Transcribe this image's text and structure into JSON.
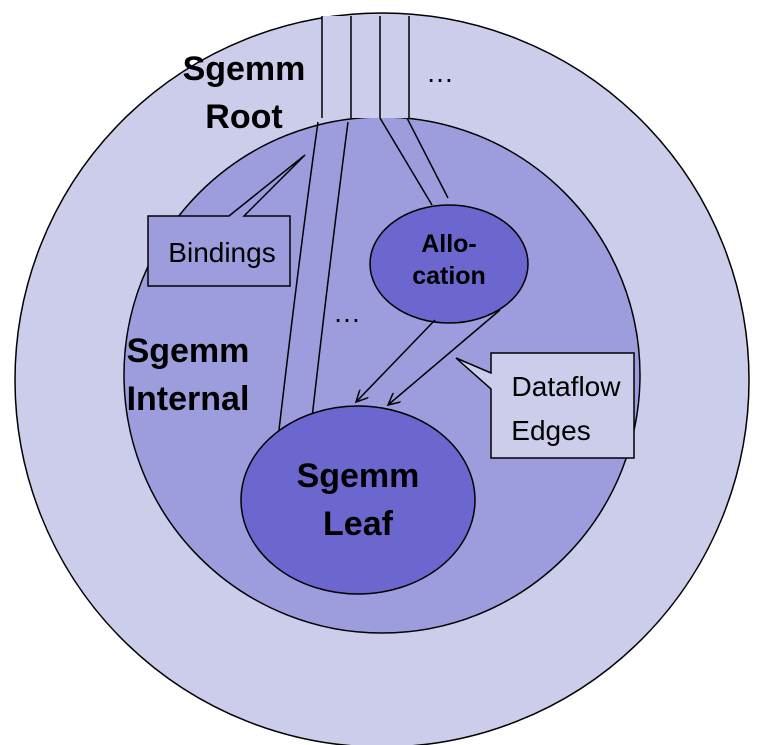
{
  "root": {
    "label_line1": "Sgemm",
    "label_line2": "Root",
    "fill": "#cccdeb"
  },
  "internal": {
    "label_line1": "Sgemm",
    "label_line2": "Internal",
    "fill": "#9d9cdd"
  },
  "leaf": {
    "label_line1": "Sgemm",
    "label_line2": "Leaf",
    "fill": "#6b67cf"
  },
  "allocation": {
    "label_line1": "Allo-",
    "label_line2": "cation",
    "fill": "#6b67cf"
  },
  "callouts": {
    "bindings": "Bindings",
    "dataflow_line1": "Dataflow",
    "dataflow_line2": "Edges"
  },
  "ellipsis": {
    "top": "…",
    "middle": "…"
  },
  "colors": {
    "outline": "#000000",
    "callout_fill": "#9d9cdd"
  }
}
